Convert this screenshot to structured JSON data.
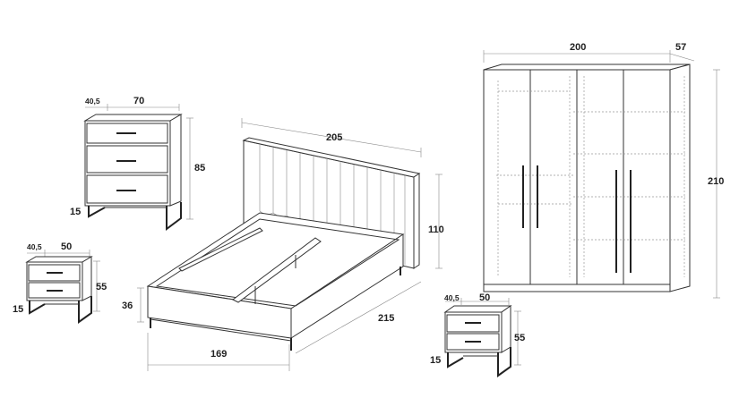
{
  "chest": {
    "depth_label": "40,5",
    "width_label": "70",
    "height_label": "85",
    "leg_label": "15"
  },
  "nightstand_left": {
    "depth_label": "40,5",
    "width_label": "50",
    "height_label": "55",
    "leg_label": "15"
  },
  "bed": {
    "width_label": "205",
    "length_label": "215",
    "headboard_label": "110",
    "side_label": "36",
    "inner_label": "169"
  },
  "nightstand_right": {
    "depth_label": "40,5",
    "width_label": "50",
    "height_label": "55",
    "leg_label": "15"
  },
  "wardrobe": {
    "width_label": "200",
    "depth_label": "57",
    "height_label": "210"
  }
}
